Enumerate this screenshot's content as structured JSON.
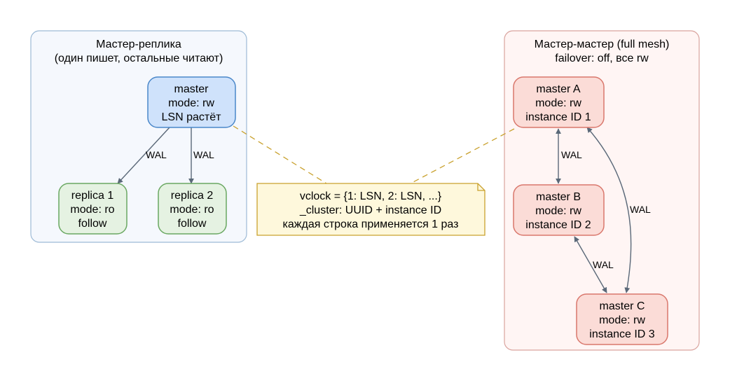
{
  "clusters": {
    "master_replica": {
      "title_lines": [
        "Мастер-реплика",
        "(один пишет, остальные читают)"
      ],
      "fill": "#f5f8fd",
      "stroke": "#9dbad6"
    },
    "master_master": {
      "title_lines": [
        "Мастер-мастер (full mesh)",
        "failover: off, все rw"
      ],
      "fill": "#fff5f4",
      "stroke": "#d9a39e"
    }
  },
  "nodes": {
    "master": {
      "lines": [
        "master",
        "mode: rw",
        "LSN растёт"
      ],
      "fill": "#cfe2fb",
      "stroke": "#4a87c9"
    },
    "replica1": {
      "lines": [
        "replica 1",
        "mode: ro",
        "follow"
      ],
      "fill": "#e5f2e2",
      "stroke": "#6aa862"
    },
    "replica2": {
      "lines": [
        "replica 2",
        "mode: ro",
        "follow"
      ],
      "fill": "#e5f2e2",
      "stroke": "#6aa862"
    },
    "masterA": {
      "lines": [
        "master A",
        "mode: rw",
        "instance ID 1"
      ],
      "fill": "#fbdcd7",
      "stroke": "#d9776c"
    },
    "masterB": {
      "lines": [
        "master B",
        "mode: rw",
        "instance ID 2"
      ],
      "fill": "#fbdcd7",
      "stroke": "#d9776c"
    },
    "masterC": {
      "lines": [
        "master C",
        "mode: rw",
        "instance ID 3"
      ],
      "fill": "#fbdcd7",
      "stroke": "#d9776c"
    }
  },
  "note": {
    "lines": [
      "vclock = {1: LSN, 2: LSN, ...}",
      "_cluster: UUID + instance ID",
      "каждая строка применяется 1 раз"
    ],
    "fill": "#fef8dc",
    "stroke": "#c9a12e"
  },
  "edges": {
    "master_replica1": {
      "label": "WAL"
    },
    "master_replica2": {
      "label": "WAL"
    },
    "A_B": {
      "label": "WAL"
    },
    "A_C": {
      "label": "WAL"
    },
    "B_C": {
      "label": "WAL"
    }
  },
  "colors": {
    "edge": "#5a6878",
    "dash": "#c9a12e"
  }
}
